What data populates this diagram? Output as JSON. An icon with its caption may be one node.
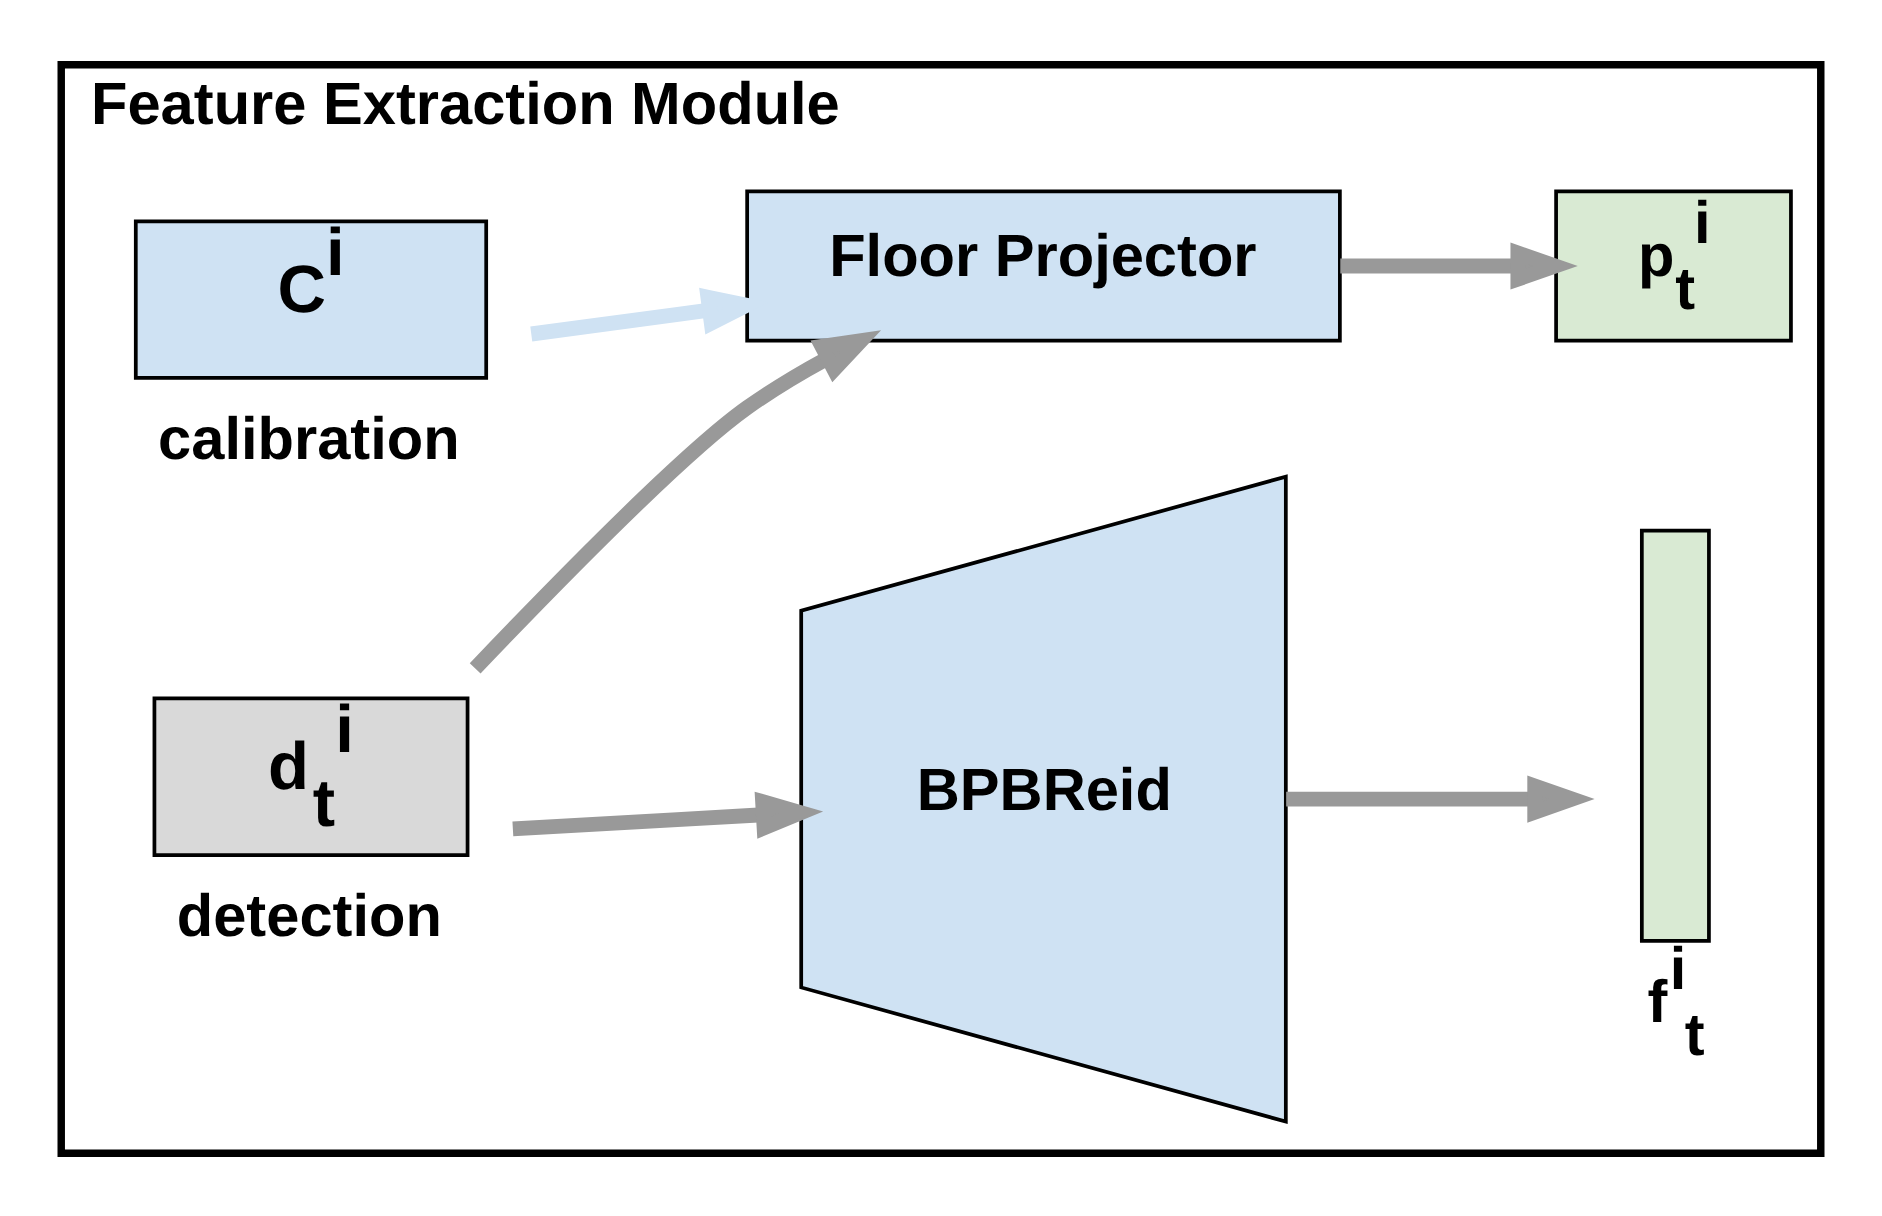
{
  "diagram": {
    "nodes": [
      {
        "text": [
          "Feature Extraction Module"
        ]
      },
      {
        "text": [
          "C$^{i}$"
        ],
        "beside": [
          "calibration"
        ],
        "in": 0
      },
      {
        "text": [
          "d$_{t}$$^{i}$"
        ],
        "beside": [
          "detection"
        ],
        "in": 0
      },
      {
        "text": [
          "Floor Projector"
        ],
        "in": 0
      },
      {
        "text": [
          "BPBReid"
        ],
        "in": 0
      },
      {
        "text": [
          "p$_{t}$$^{i}$"
        ],
        "in": 0
      },
      {
        "text": [],
        "shape": "bar",
        "beside": [
          "f$^{i}$$_{t}$"
        ],
        "in": 0
      }
    ],
    "edges": [
      {
        "from": 1,
        "to": 3,
        "arrow": "to",
        "color": "#cfe2f3"
      },
      {
        "from": 2,
        "to": 3,
        "arrow": "to"
      },
      {
        "from": 2,
        "to": 4,
        "arrow": "to"
      },
      {
        "from": 3,
        "to": 5,
        "arrow": "to"
      },
      {
        "from": 4,
        "to": 6,
        "arrow": "to"
      }
    ]
  }
}
